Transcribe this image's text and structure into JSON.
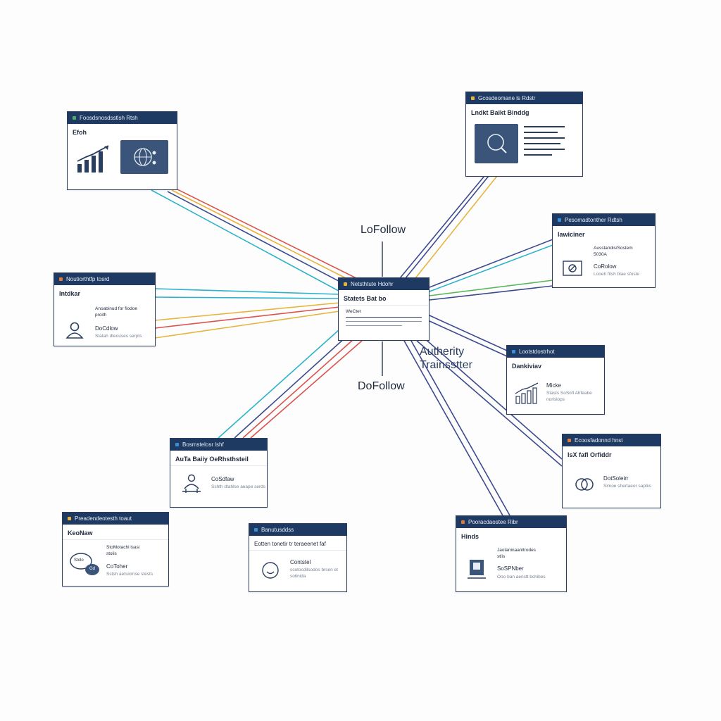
{
  "labels": {
    "lofollow": "LoFollow",
    "dofollow": "DoFollow",
    "authority_line1": "Autherity",
    "authority_line2": "Trainsstter"
  },
  "colors": {
    "header": "#1f3a62",
    "border": "#2a3d5e",
    "link_red": "#d9534f",
    "link_yellow": "#e6b43c",
    "link_teal": "#2bb3c9",
    "link_navy": "#3d4a8f",
    "link_green": "#5cb85c",
    "dot_green": "#4cae6a",
    "dot_orange": "#e07a3a",
    "dot_blue": "#3a8fd9",
    "dot_yellow": "#e6b43c"
  },
  "hub": {
    "header": "Netsthtute Hdohr",
    "title": "Statets Bat bo",
    "line_text": "WeCtet"
  },
  "cards": {
    "top_left": {
      "header": "Foosdsnosdsstlsh Rtsh",
      "title": "Efoh"
    },
    "top_right": {
      "header": "Gcosdeomane ls Rdstr",
      "title": "Lndkt Baikt Binddg"
    },
    "mid_left": {
      "header": "Noutiorthtfp tosrd",
      "title": "Intdkar",
      "line1": "Anoabinud for fiodoe",
      "line2": "proith",
      "main": "DoCdlow",
      "sub": "Statah dteouses serpts"
    },
    "right_upper": {
      "header": "Pesomadtonther Rdtsh",
      "title": "lawiciner",
      "line1": "Ausstandis/Sostem",
      "line2": "5030A",
      "main": "CoRolow",
      "sub": "Looeh fitsh blae sfoste"
    },
    "right_mid": {
      "header": "Lootstdostrhot",
      "title": "Dankiviav",
      "main": "Micke",
      "sub1": "Stasts SoSofl Ahfeabe",
      "sub2": "norlslops"
    },
    "right_lower": {
      "header": "Ecoosfadonnd hnst",
      "title": "lsX fafl Orfiddr",
      "main": "DotSoleirr",
      "sub": "Simoe shertaeor saplks"
    },
    "bottom_center_left": {
      "header": "Bosmstelosr lshf",
      "title": "AuTa Baiiy OeRhsthsteil",
      "main": "CoSdfaw",
      "sub": "Sshth dtahlse aeape serds"
    },
    "bottom_left": {
      "header": "Preadendeotesth toaut",
      "title": "KeoNaw",
      "bubble1": "Stolo",
      "bubble2": "Gd",
      "line1": "StoMotachl lsasi",
      "line2": "stolis",
      "main": "CoToher",
      "sub": "Sstsh aetsicmse stests"
    },
    "bottom_center": {
      "header": "Banutusddss",
      "title": "Eotten tonetir tr teraeenet faf",
      "main": "Contstel",
      "line1": "scotocdilsodos brsen et",
      "line2": "sotinida"
    },
    "bottom_right": {
      "header": "Pooracdaostee Ribr",
      "title": "Hinds",
      "line1": "Jaotaninaanltrodes",
      "line2": "stlis",
      "main": "SoSPNber",
      "sub": "Ooo ban aenstt bchibes"
    }
  }
}
